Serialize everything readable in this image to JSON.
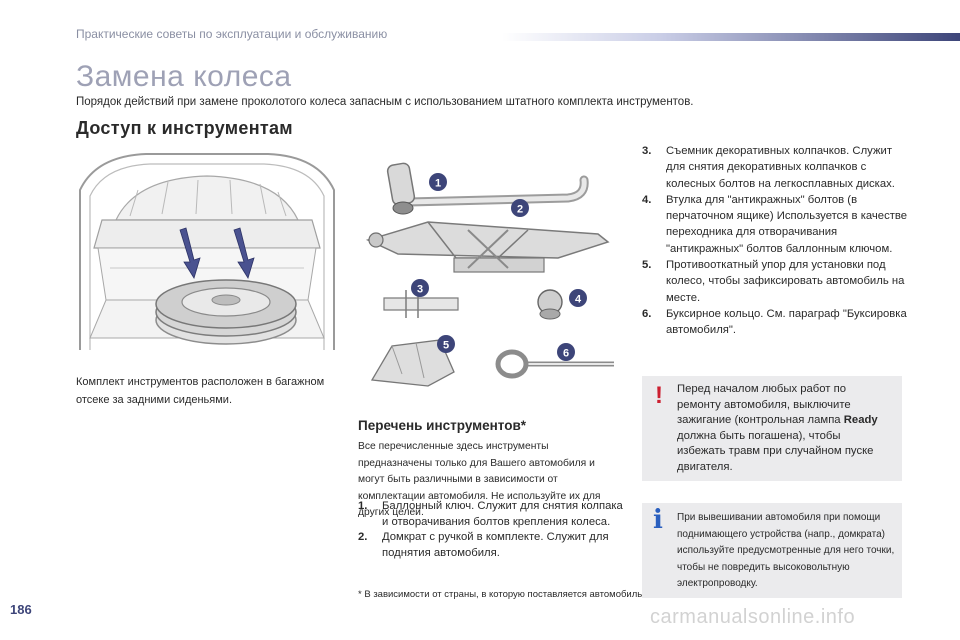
{
  "header": {
    "running_title": "Практические советы по эксплуатации и обслуживанию",
    "accent_color": "#3d4579"
  },
  "page_title": "Замена колеса",
  "intro": "Порядок действий при замене проколотого колеса запасным с использованием штатного комплекта инструментов.",
  "section_heading": "Доступ к инструментам",
  "trunk_caption": "Комплект инструментов расположен в багажном отсеке за задними сиденьями.",
  "tool_callouts": [
    "1",
    "2",
    "3",
    "4",
    "5",
    "6"
  ],
  "tool_list": {
    "heading": "Перечень инструментов*",
    "note": "Все перечисленные здесь инструменты предназначены только для Вашего автомобиля и могут быть различными в зависимости от комплектации автомобиля. Не используйте их для других целей.",
    "items": [
      {
        "num": "1.",
        "text": "Баллонный ключ. Служит для снятия колпака и отворачивания болтов крепления колеса."
      },
      {
        "num": "2.",
        "text": "Домкрат с ручкой в комплекте. Служит для поднятия автомобиля."
      },
      {
        "num": "3.",
        "text": "Съемник декоративных колпачков. Служит для снятия декоративных колпачков с колесных болтов на легкосплавных дисках."
      },
      {
        "num": "4.",
        "text": "Втулка для \"антикражных\" болтов (в перчаточном ящике) Используется в качестве переходника для отворачивания \"антикражных\" болтов баллонным ключом."
      },
      {
        "num": "5.",
        "text": "Противооткатный упор для установки под колесо, чтобы зафиксировать автомобиль на месте."
      },
      {
        "num": "6.",
        "text": "Буксирное кольцо. См. параграф \"Буксировка автомобиля\"."
      }
    ],
    "footnote_mark": "*",
    "footnote": "В зависимости от страны, в которую поставляется автомобиль."
  },
  "warning": {
    "icon": "exclamation-icon",
    "color": "#cc1f30",
    "text_before": "Перед началом любых работ по ремонту автомобиля, выключите зажигание (контрольная лампа",
    "bold": "Ready",
    "text_after": "должна быть погашена), чтобы избежать травм при случайном пуске двигателя."
  },
  "info": {
    "icon": "info-icon",
    "color": "#2a5fbf",
    "text": "При вывешивании автомобиля при помощи поднимающего устройства (напр., домкрата) используйте предусмотренные для него точки, чтобы не повредить высоковольтную электропроводку."
  },
  "page_number": "186",
  "watermark": "carmanualsonline.info"
}
